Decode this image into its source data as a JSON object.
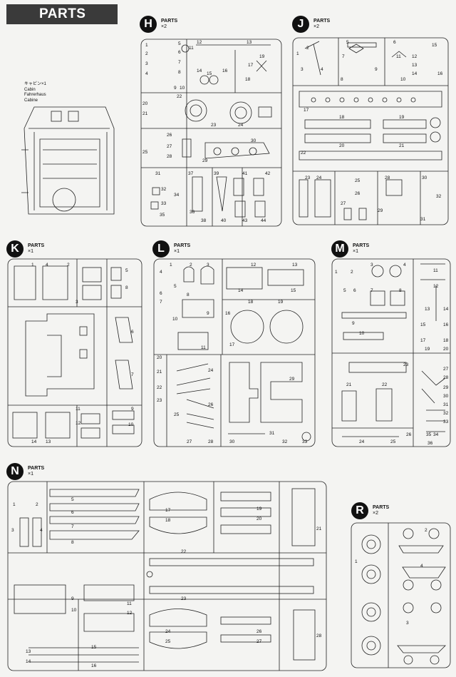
{
  "header": {
    "title": "PARTS"
  },
  "cabin": {
    "lines": [
      "キャビン×1",
      "Cabin",
      "Fahrerhaus",
      "Cabine"
    ]
  },
  "sprues": [
    {
      "letter": "H",
      "label": "PARTS",
      "qty": "×2",
      "numbers": [
        "1",
        "2",
        "3",
        "4",
        "5",
        "6",
        "7",
        "8",
        "9",
        "10",
        "11",
        "12",
        "13",
        "14",
        "15",
        "16",
        "17",
        "18",
        "19",
        "20",
        "21",
        "22",
        "23",
        "24",
        "25",
        "26",
        "27",
        "28",
        "29",
        "30",
        "31",
        "32",
        "33",
        "34",
        "35",
        "36",
        "37",
        "38",
        "39",
        "40",
        "41",
        "42",
        "43",
        "44"
      ]
    },
    {
      "letter": "J",
      "label": "PARTS",
      "qty": "×2",
      "numbers": [
        "1",
        "2",
        "3",
        "4",
        "5",
        "6",
        "7",
        "8",
        "9",
        "10",
        "11",
        "12",
        "13",
        "14",
        "15",
        "16",
        "17",
        "18",
        "19",
        "20",
        "21",
        "22",
        "23",
        "24",
        "25",
        "26",
        "27",
        "28",
        "29",
        "30",
        "31",
        "32"
      ]
    },
    {
      "letter": "K",
      "label": "PARTS",
      "qty": "×1",
      "numbers": [
        "1",
        "2",
        "3",
        "4",
        "5",
        "6",
        "7",
        "8",
        "9",
        "10",
        "11",
        "12",
        "13",
        "14"
      ]
    },
    {
      "letter": "L",
      "label": "PARTS",
      "qty": "×1",
      "numbers": [
        "1",
        "2",
        "3",
        "4",
        "5",
        "6",
        "7",
        "8",
        "9",
        "10",
        "11",
        "12",
        "13",
        "14",
        "15",
        "16",
        "17",
        "18",
        "19",
        "20",
        "21",
        "22",
        "23",
        "24",
        "25",
        "26",
        "27",
        "28",
        "29",
        "30",
        "31",
        "32",
        "33"
      ]
    },
    {
      "letter": "M",
      "label": "PARTS",
      "qty": "×1",
      "numbers": [
        "1",
        "2",
        "3",
        "4",
        "5",
        "6",
        "7",
        "8",
        "9",
        "10",
        "11",
        "12",
        "13",
        "14",
        "15",
        "16",
        "17",
        "18",
        "19",
        "20",
        "21",
        "22",
        "23",
        "24",
        "25",
        "26",
        "27",
        "28",
        "29",
        "30",
        "31",
        "32",
        "33",
        "34",
        "35",
        "36"
      ]
    },
    {
      "letter": "N",
      "label": "PARTS",
      "qty": "×1",
      "numbers": [
        "1",
        "2",
        "3",
        "4",
        "5",
        "6",
        "7",
        "8",
        "9",
        "10",
        "11",
        "12",
        "13",
        "14",
        "15",
        "16",
        "17",
        "18",
        "19",
        "20",
        "21",
        "22",
        "23",
        "24",
        "25",
        "26",
        "27",
        "28"
      ]
    },
    {
      "letter": "R",
      "label": "PARTS",
      "qty": "×2",
      "numbers": [
        "1",
        "2",
        "3",
        "4"
      ]
    }
  ]
}
